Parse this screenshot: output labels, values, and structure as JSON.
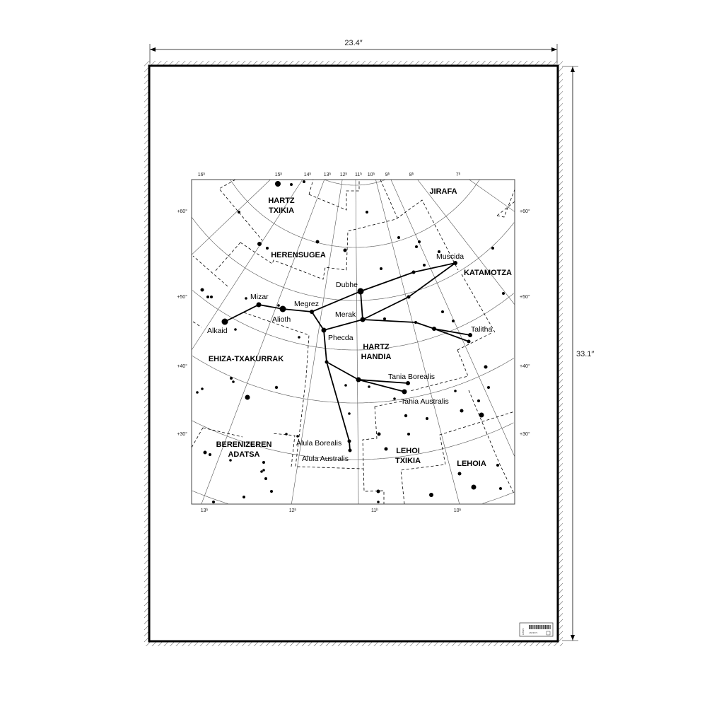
{
  "poster": {
    "width_label": "23.4″",
    "height_label": "33.1″",
    "tag_code": "LSF3F71",
    "tag_brand": "Lienzo"
  },
  "chart": {
    "ra_top": [
      "16ʰ",
      "15ʰ",
      "14ʰ",
      "13ʰ",
      "12ʰ",
      "11ʰ",
      "10ʰ",
      "9ʰ",
      "8ʰ",
      "7ʰ"
    ],
    "ra_bottom": [
      "13ʰ",
      "12ʰ",
      "11ʰ",
      "10ʰ"
    ],
    "dec": [
      "+60°",
      "+50°",
      "+40°",
      "+30°"
    ],
    "constellations": [
      {
        "lines": [
          "HARTZ",
          "TXIKIA"
        ]
      },
      {
        "lines": [
          "HERENSUGEA"
        ]
      },
      {
        "lines": [
          "JIRAFA"
        ]
      },
      {
        "lines": [
          "KATAMOTZA"
        ]
      },
      {
        "lines": [
          "EHIZA-TXAKURRAK"
        ]
      },
      {
        "lines": [
          "HARTZ",
          "HANDIA"
        ]
      },
      {
        "lines": [
          "BERENIZEREN",
          "ADATSA"
        ]
      },
      {
        "lines": [
          "LEHOI",
          "TXIKIA"
        ]
      },
      {
        "lines": [
          "LEHOIA"
        ]
      }
    ],
    "stars": [
      "Mizar",
      "Alioth",
      "Alkaid",
      "Megrez",
      "Dubhe",
      "Merak",
      "Phecda",
      "Muscida",
      "Talitha",
      "Tania Borealis",
      "Tania Australis",
      "Alula Borealis",
      "Alula Australis"
    ]
  }
}
